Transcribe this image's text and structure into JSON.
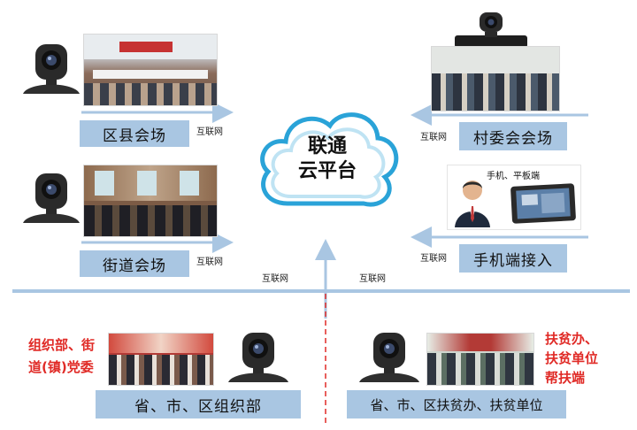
{
  "cloud": {
    "line1": "联通",
    "line2": "云平台"
  },
  "sites": {
    "county": "区县会场",
    "street": "街道会场",
    "village": "村委会会场",
    "mobile": "手机端接入",
    "org_dept": "省、市、区组织部",
    "poverty_office": "省、市、区扶贫办、扶贫单位"
  },
  "net_labels": {
    "county": "互联网",
    "street": "互联网",
    "village": "互联网",
    "mobile": "互联网",
    "bottom_left": "互联网",
    "bottom_right": "互联网"
  },
  "device_caption": "手机、平板端",
  "annotations": {
    "left_line1": "组织部、街",
    "left_line2": "道(镇)党委",
    "right_line1": "扶贫办、",
    "right_line2": "扶贫单位",
    "right_line3": "帮扶端"
  },
  "colors": {
    "label_bg": "#a9c6e2",
    "line": "#a9c6e2",
    "accent_red": "#e02a26",
    "cloud_stroke": "#2aa3d8"
  }
}
